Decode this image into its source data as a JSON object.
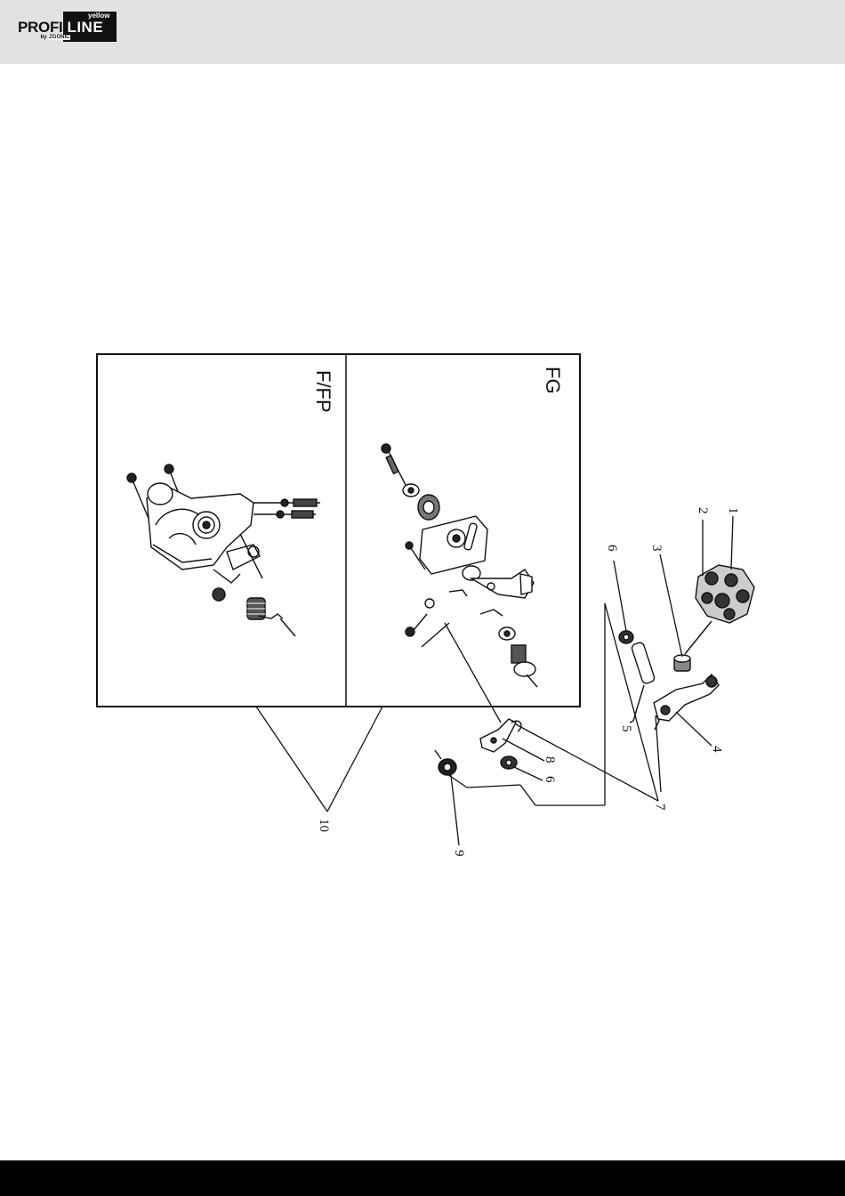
{
  "header": {
    "logo": {
      "profi": "PROFI",
      "yellow": "yellow",
      "line": "LINE",
      "by": "by",
      "brand": "ZGONIC"
    },
    "background": "#e2e2e2"
  },
  "diagram": {
    "panel_left_label": "F/FP",
    "panel_right_label": "FG",
    "callouts": {
      "c1": "1",
      "c2": "2",
      "c3": "3",
      "c4": "4",
      "c5": "5",
      "c6a": "6",
      "c6b": "6",
      "c7": "7",
      "c8": "8",
      "c9": "9",
      "c10": "10"
    }
  },
  "footer": {
    "background": "#000000"
  }
}
